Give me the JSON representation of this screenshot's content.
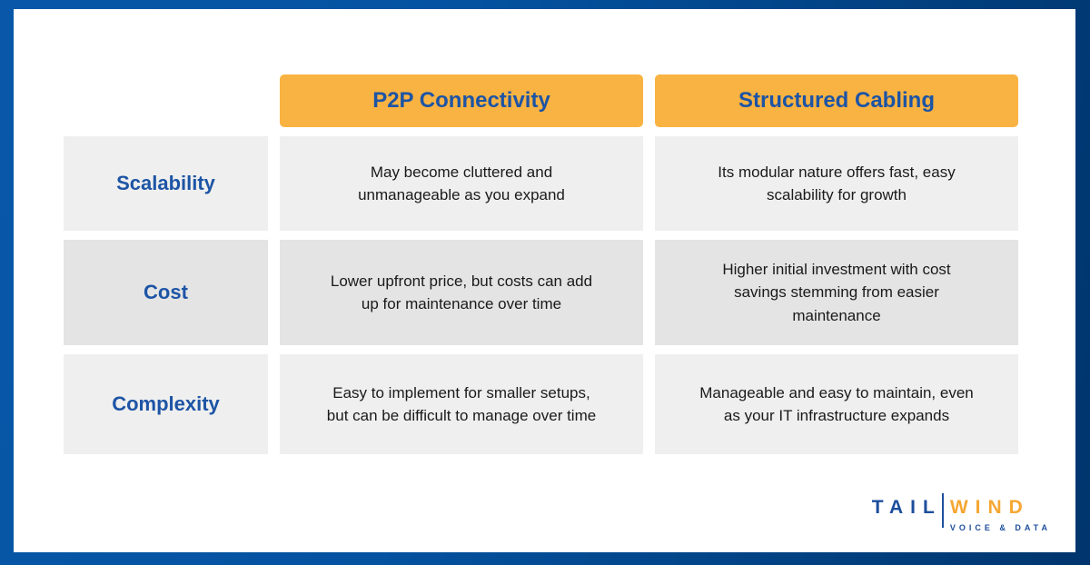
{
  "colors": {
    "border_blue_start": "#0857A8",
    "border_blue_end": "#00356D",
    "header_orange": "#F9B342",
    "heading_blue": "#1D54A5",
    "row_light_gray": "#EFEFEF",
    "row_dark_gray": "#E4E4E4",
    "body_text": "#1A1A1A",
    "logo_navy": "#1D4E9C",
    "logo_orange": "#F5A733"
  },
  "table": {
    "column_headers": [
      {
        "label": "P2P Connectivity"
      },
      {
        "label": "Structured Cabling"
      }
    ],
    "rows": [
      {
        "label": "Scalability",
        "p2p": "May become cluttered and unmanageable as you expand",
        "structured": "Its modular nature offers fast, easy scalability for growth"
      },
      {
        "label": "Cost",
        "p2p": "Lower upfront price, but costs can add up for maintenance over time",
        "structured": "Higher initial investment with cost savings stemming from easier maintenance"
      },
      {
        "label": "Complexity",
        "p2p": "Easy to implement for smaller setups, but can be difficult to manage over time",
        "structured": "Manageable and easy to maintain, even as your IT infrastructure expands"
      }
    ]
  },
  "logo": {
    "word_left": "TAIL",
    "word_right": "WIND",
    "tagline": "VOICE & DATA"
  }
}
